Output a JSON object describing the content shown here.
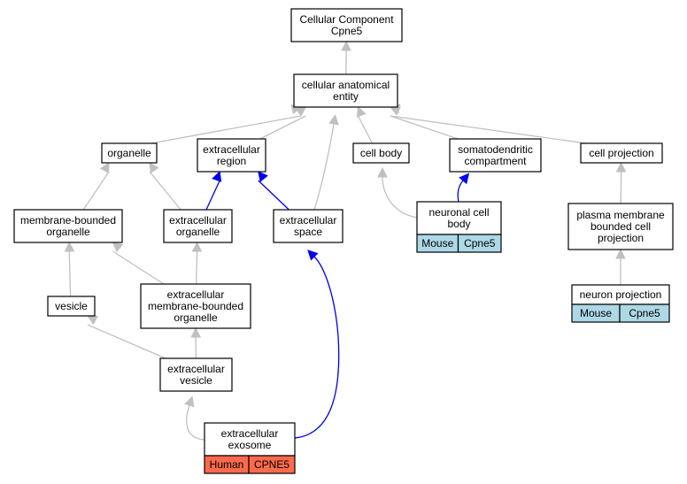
{
  "colors": {
    "gray_edge": "#c0c0c0",
    "blue_edge": "#0000ee",
    "mouse_cell": "#add8e6",
    "human_cell": "#fa6a4c"
  },
  "nodes": [
    {
      "id": "cellular-component",
      "lines": [
        "Cellular Component",
        "Cpne5"
      ]
    },
    {
      "id": "cellular-anatomical-entity",
      "lines": [
        "cellular anatomical",
        "entity"
      ]
    },
    {
      "id": "organelle",
      "lines": [
        "organelle"
      ]
    },
    {
      "id": "extracellular-region",
      "lines": [
        "extracellular",
        "region"
      ]
    },
    {
      "id": "cell-body",
      "lines": [
        "cell body"
      ]
    },
    {
      "id": "somatodendritic-compartment",
      "lines": [
        "somatodendritic",
        "compartment"
      ]
    },
    {
      "id": "cell-projection",
      "lines": [
        "cell projection"
      ]
    },
    {
      "id": "membrane-bounded-organelle",
      "lines": [
        "membrane-bounded",
        "organelle"
      ]
    },
    {
      "id": "extracellular-organelle",
      "lines": [
        "extracellular",
        "organelle"
      ]
    },
    {
      "id": "extracellular-space",
      "lines": [
        "extracellular",
        "space"
      ]
    },
    {
      "id": "neuronal-cell-body",
      "lines": [
        "neuronal cell",
        "body"
      ],
      "annotations": [
        "Mouse",
        "Cpne5"
      ],
      "species": "mouse"
    },
    {
      "id": "plasma-membrane-bounded-cell-projection",
      "lines": [
        "plasma membrane",
        "bounded cell",
        "projection"
      ]
    },
    {
      "id": "vesicle",
      "lines": [
        "vesicle"
      ]
    },
    {
      "id": "extracellular-membrane-bounded-organelle",
      "lines": [
        "extracellular",
        "membrane-bounded",
        "organelle"
      ]
    },
    {
      "id": "neuron-projection",
      "lines": [
        "neuron projection"
      ],
      "annotations": [
        "Mouse",
        "Cpne5"
      ],
      "species": "mouse"
    },
    {
      "id": "extracellular-vesicle",
      "lines": [
        "extracellular",
        "vesicle"
      ]
    },
    {
      "id": "extracellular-exosome",
      "lines": [
        "extracellular",
        "exosome"
      ],
      "annotations": [
        "Human",
        "CPNE5"
      ],
      "species": "human"
    }
  ],
  "edges": [
    {
      "from": "cellular-anatomical-entity",
      "to": "cellular-component",
      "kind": "is_a"
    },
    {
      "from": "organelle",
      "to": "cellular-anatomical-entity",
      "kind": "is_a"
    },
    {
      "from": "extracellular-region",
      "to": "cellular-anatomical-entity",
      "kind": "is_a"
    },
    {
      "from": "cell-body",
      "to": "cellular-anatomical-entity",
      "kind": "is_a"
    },
    {
      "from": "somatodendritic-compartment",
      "to": "cellular-anatomical-entity",
      "kind": "is_a"
    },
    {
      "from": "cell-projection",
      "to": "cellular-anatomical-entity",
      "kind": "is_a"
    },
    {
      "from": "extracellular-space",
      "to": "cellular-anatomical-entity",
      "kind": "is_a"
    },
    {
      "from": "membrane-bounded-organelle",
      "to": "organelle",
      "kind": "is_a"
    },
    {
      "from": "extracellular-organelle",
      "to": "organelle",
      "kind": "is_a"
    },
    {
      "from": "extracellular-organelle",
      "to": "extracellular-region",
      "kind": "part_of"
    },
    {
      "from": "extracellular-space",
      "to": "extracellular-region",
      "kind": "part_of"
    },
    {
      "from": "neuronal-cell-body",
      "to": "cell-body",
      "kind": "is_a"
    },
    {
      "from": "neuronal-cell-body",
      "to": "somatodendritic-compartment",
      "kind": "part_of"
    },
    {
      "from": "plasma-membrane-bounded-cell-projection",
      "to": "cell-projection",
      "kind": "is_a"
    },
    {
      "from": "vesicle",
      "to": "membrane-bounded-organelle",
      "kind": "is_a"
    },
    {
      "from": "extracellular-membrane-bounded-organelle",
      "to": "membrane-bounded-organelle",
      "kind": "is_a"
    },
    {
      "from": "extracellular-membrane-bounded-organelle",
      "to": "extracellular-organelle",
      "kind": "is_a"
    },
    {
      "from": "neuron-projection",
      "to": "plasma-membrane-bounded-cell-projection",
      "kind": "is_a"
    },
    {
      "from": "extracellular-vesicle",
      "to": "vesicle",
      "kind": "is_a"
    },
    {
      "from": "extracellular-vesicle",
      "to": "extracellular-membrane-bounded-organelle",
      "kind": "is_a"
    },
    {
      "from": "extracellular-exosome",
      "to": "extracellular-vesicle",
      "kind": "is_a"
    },
    {
      "from": "extracellular-exosome",
      "to": "extracellular-space",
      "kind": "part_of"
    }
  ]
}
